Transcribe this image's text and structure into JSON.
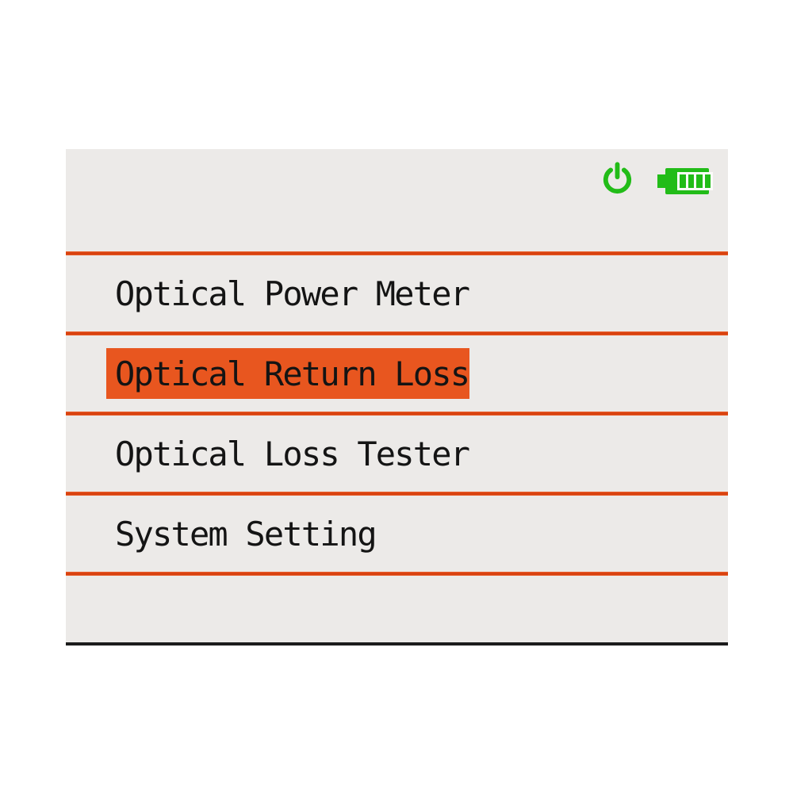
{
  "device_screen": {
    "name": "optical-tester-main-menu"
  },
  "statusbar": {
    "power_icon": "power-symbol",
    "battery": {
      "level_bars": 4,
      "total_bars": 4,
      "state": "full"
    }
  },
  "menu": {
    "items": [
      {
        "label": "Optical Power Meter",
        "selected": false
      },
      {
        "label": "Optical Return Loss",
        "selected": true
      },
      {
        "label": "Optical Loss Tester",
        "selected": false
      },
      {
        "label": "System Setting",
        "selected": false
      }
    ]
  },
  "colors": {
    "panel_background": "#ECEAE8",
    "divider_orange": "#D84210",
    "highlight_orange": "#E8561F",
    "icon_green": "#22BC18",
    "text_black": "#141414",
    "bottom_line_black": "#1c1c1c"
  }
}
